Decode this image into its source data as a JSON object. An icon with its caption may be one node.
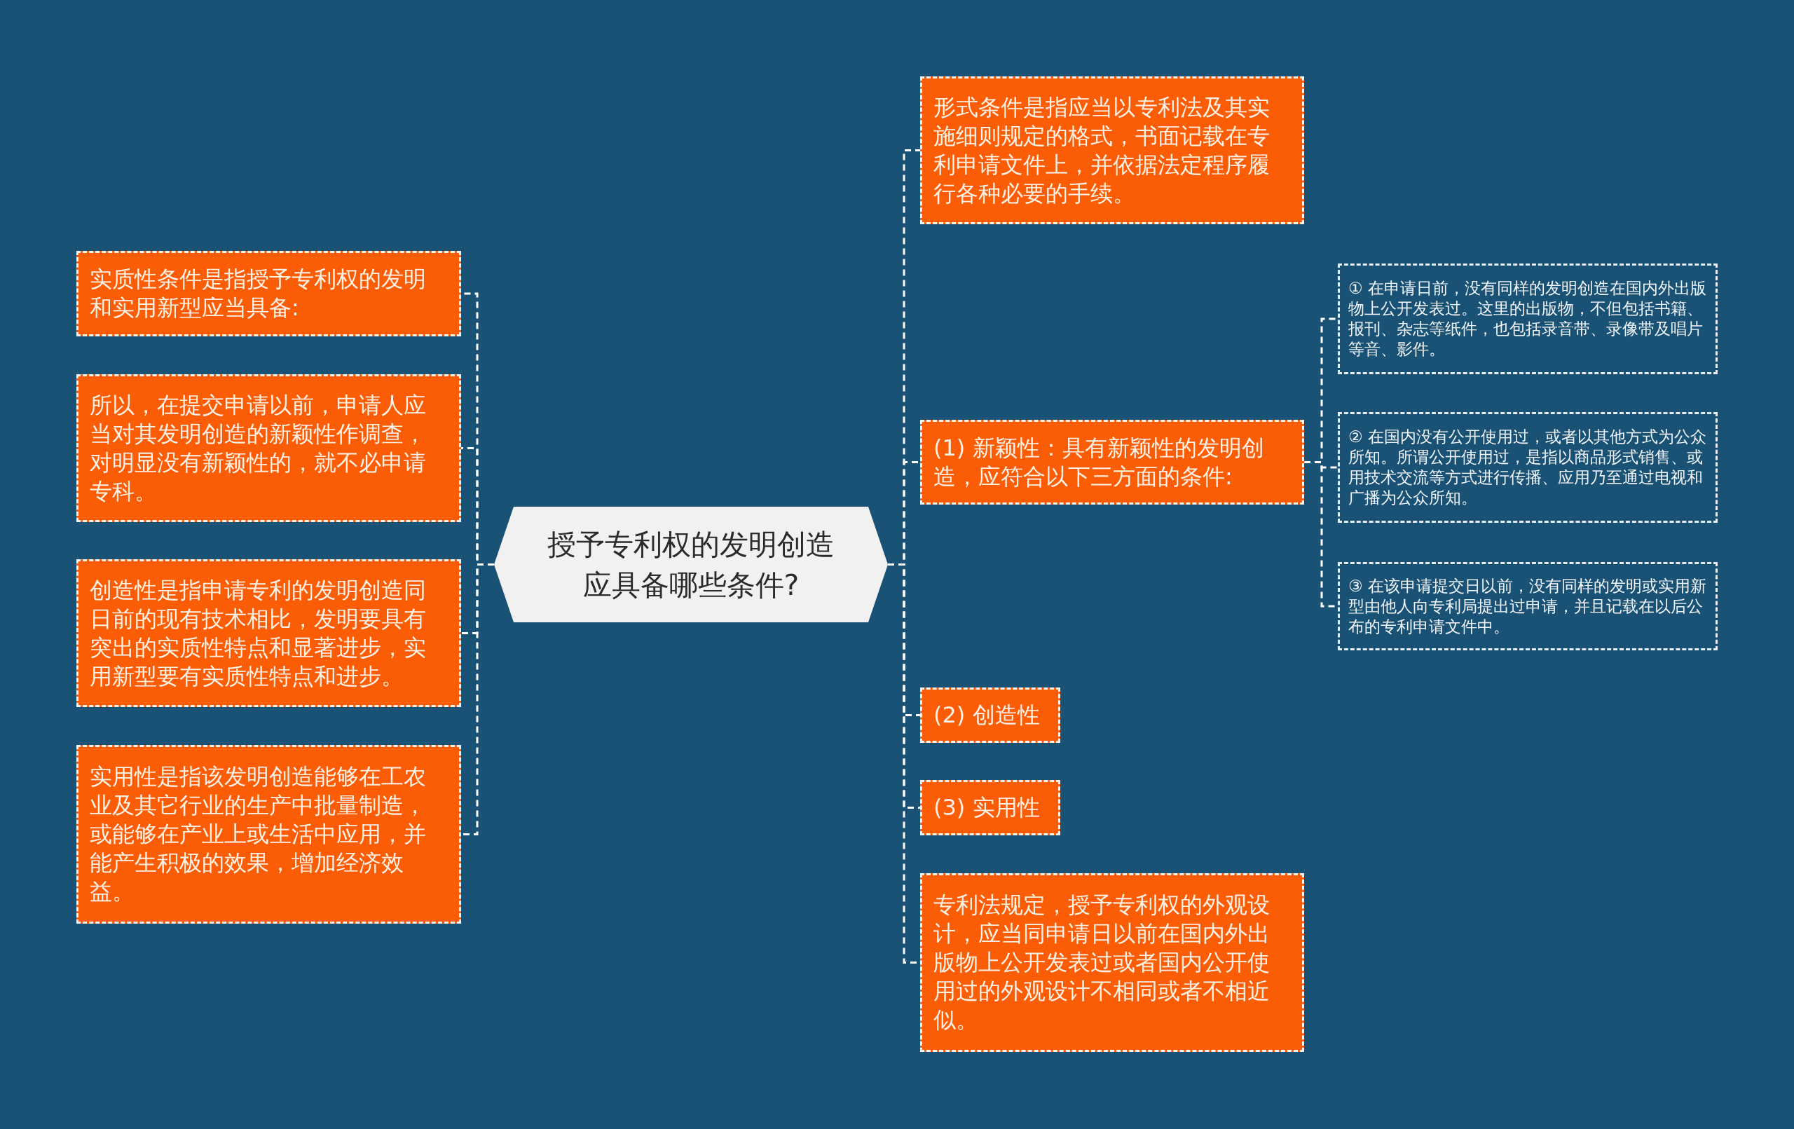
{
  "diagram": {
    "nodes": [
      {
        "text": [
          "授予专利权的发明创造应具备哪些条件?"
        ]
      },
      {
        "text": [
          "实质性条件是指授予专利权的发明和实用新型应当具备:"
        ]
      },
      {
        "text": [
          "所以，在提交申请以前，申请人应当对其发明创造的新颖性作调查，对明显没有新颖性的，就不必申请专科。"
        ]
      },
      {
        "text": [
          "创造性是指申请专利的发明创造同日前的现有技术相比，发明要具有突出的实质性特点和显著进步，实用新型要有实质性特点和进步。"
        ]
      },
      {
        "text": [
          "实用性是指该发明创造能够在工农业及其它行业的生产中批量制造，或能够在产业上或生活中应用，并能产生积极的效果，增加经济效益。"
        ]
      },
      {
        "text": [
          "形式条件是指应当以专利法及其实施细则规定的格式，书面记载在专利申请文件上，并依据法定程序履行各种必要的手续。"
        ]
      },
      {
        "text": [
          "(1) 新颖性：具有新颖性的发明创造，应符合以下三方面的条件:"
        ]
      },
      {
        "text": [
          "① 在申请日前，没有同样的发明创造在国内外出版物上公开发表过。这里的出版物，不但包括书籍、报刊、杂志等纸件，也包括录音带、录像带及唱片等音、影件。"
        ]
      },
      {
        "text": [
          "② 在国内没有公开使用过，或者以其他方式为公众所知。所谓公开使用过，是指以商品形式销售、或用技术交流等方式进行传播、应用乃至通过电视和广播为公众所知。"
        ]
      },
      {
        "text": [
          "③ 在该申请提交日以前，没有同样的发明或实用新型由他人向专利局提出过申请，并且记载在以后公布的专利申请文件中。"
        ]
      },
      {
        "text": [
          "(2) 创造性"
        ]
      },
      {
        "text": [
          "(3) 实用性"
        ]
      },
      {
        "text": [
          "专利法规定，授予专利权的外观设计，应当同申请日以前在国内外出版物上公开发表过或者国内公开使用过的外观设计不相同或者不相近似。"
        ]
      }
    ],
    "edges": [
      {
        "from": 0,
        "to": 1,
        "arrow": "none"
      },
      {
        "from": 0,
        "to": 2,
        "arrow": "none"
      },
      {
        "from": 0,
        "to": 3,
        "arrow": "none"
      },
      {
        "from": 0,
        "to": 4,
        "arrow": "none"
      },
      {
        "from": 0,
        "to": 5,
        "arrow": "none"
      },
      {
        "from": 0,
        "to": 6,
        "arrow": "none"
      },
      {
        "from": 6,
        "to": 7,
        "arrow": "none"
      },
      {
        "from": 6,
        "to": 8,
        "arrow": "none"
      },
      {
        "from": 6,
        "to": 9,
        "arrow": "none"
      },
      {
        "from": 0,
        "to": 10,
        "arrow": "none"
      },
      {
        "from": 0,
        "to": 11,
        "arrow": "none"
      },
      {
        "from": 0,
        "to": 12,
        "arrow": "none"
      }
    ]
  }
}
